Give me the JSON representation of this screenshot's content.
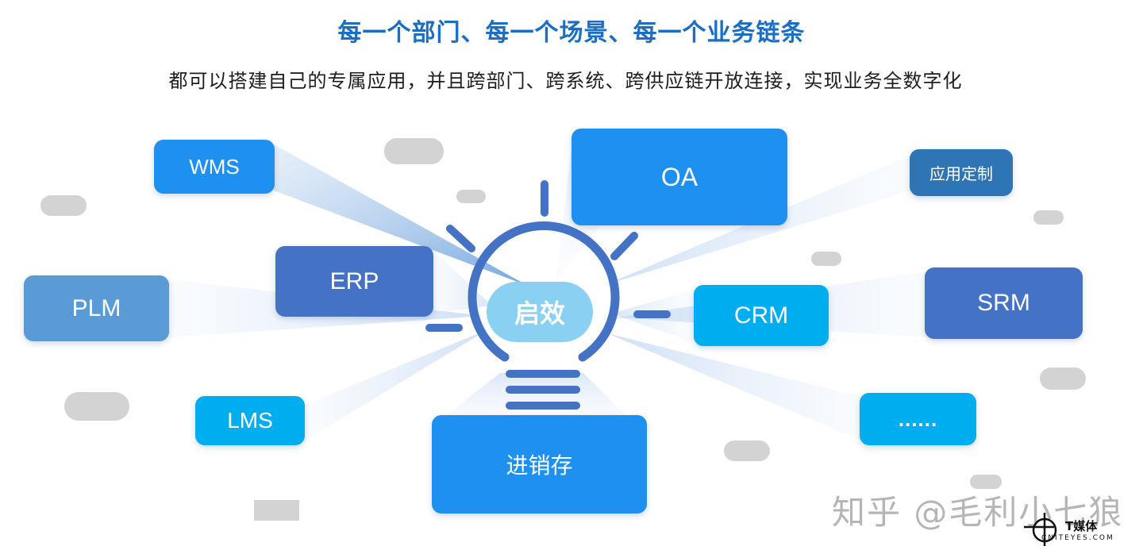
{
  "title": "每一个部门、每一个场景、每一个业务链条",
  "subtitle": "都可以搭建自己的专属应用，并且跨部门、跨系统、跨供应链开放连接，实现业务全数字化",
  "center_label": "启效",
  "nodes": {
    "wms": "WMS",
    "oa": "OA",
    "custom": "应用定制",
    "erp": "ERP",
    "plm": "PLM",
    "crm": "CRM",
    "srm": "SRM",
    "lms": "LMS",
    "more": "......",
    "jxc": "进销存"
  },
  "watermark": "知乎 @毛利小七狼",
  "media_logo": {
    "name": "T媒体",
    "url": "CNITEYES.COM"
  },
  "colors": {
    "title": "#1a6fc4",
    "bright_blue": "#1e90f0",
    "royal_blue": "#4472c4",
    "steel_blue": "#5b9bd5",
    "cyan": "#00aeef",
    "bulb_label": "#8ad0f3",
    "placeholder_pill": "#d3d3d3"
  }
}
